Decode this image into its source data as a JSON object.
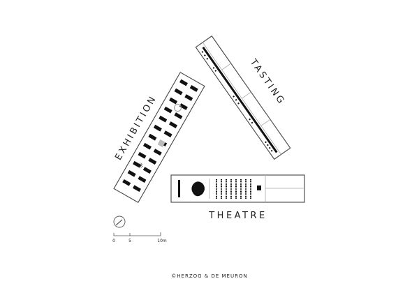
{
  "rooms": {
    "exhibition": "EXHIBITION",
    "tasting": "TASTING",
    "theatre": "THEATRE"
  },
  "scale_bar": {
    "labels": [
      "0",
      "5",
      "10m"
    ]
  },
  "credit": "©HERZOG & DE MEURON",
  "colors": {
    "ink": "#111111",
    "outline": "#444444",
    "light": "#aaaaaa"
  }
}
